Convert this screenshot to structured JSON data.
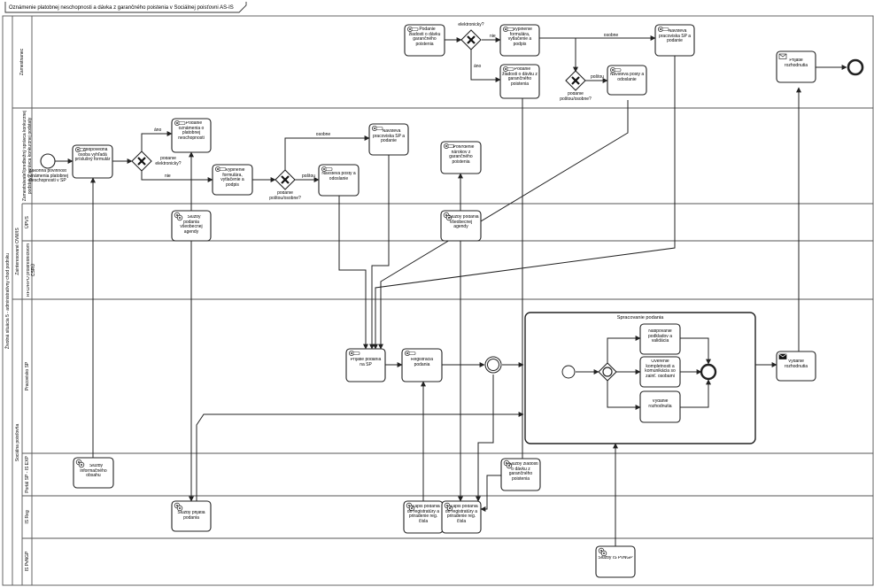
{
  "title": "Oznámenie platobnej neschopnosti a dávka z garančného poistenia v Sociálnej poisťovni AS-IS",
  "pool_label": "Životná situácia 5 - administratívny chod podniku",
  "group_socialna": "Sociálna poisťovňa",
  "group_zainteresovane": "Zainteresované OVM/IS",
  "lanes": {
    "zamestnanec": "Zamestnanec",
    "zamestnavatel": "Zamestnávateľ/predbežný správca konkurznej podstaty / správca konkurznej podstaty",
    "upvs": "ÚPVS",
    "rfo": "RFO/RPO prostredníctvom CSRÚ",
    "pracovisko": "Pracovisko SP",
    "portal": "Portál SP - IS EXP",
    "isreg": "IS Reg",
    "ispvnp": "IS PvNGP"
  },
  "tasks": {
    "podanie_ziadosti_top": "Podanie žiadosti o dávku garančného poistenia",
    "vyplnenie_top": "Vyplnenie formulára, vytlačenie a podpis",
    "navsteva_sp_top": "Návšteva pracoviska SP a podanie",
    "podanie_ziadosti_mid": "Podanie žiadosti o dávku z garančného poistenia",
    "navsteva_posty_top": "Návšteva pošty a odoslanie",
    "prijatie_rozhodnutia": "Prijatie rozhodnutia",
    "zodpovedna_osoba": "Zodpovedná osoba vyhľadá príslušný formulár",
    "podanie_oznamenia": "Podanie oznámenia o platobnej neschopnosti",
    "vyplnenie_mid": "Vyplnenie formulára, vytlačenie a podpis",
    "navsteva_posty_mid": "Návšteva pošty a odoslanie",
    "navsteva_sp_mid": "Návšteva pracoviska SP a podanie",
    "potvrdenie_narokov": "Potvrdenie nárokov z garančného poistenia",
    "sluzby_upvs_1": "Služby podania všeobecnej agendy",
    "sluzby_upvs_2": "Služby podania všeobecnej agendy",
    "prijatie_podania": "Prijatie podania na SP",
    "registracia": "Registrácia podania",
    "natipovanie": "Natipovanie podkladov a validácia",
    "overenie": "Overenie kompletnosti a komunikácia so zainť. osobami",
    "vydanie_inner": "Vydanie rozhodnutia",
    "vydanie_rozhodnutia": "Vydanie rozhodnutia",
    "sluzby_info": "Služby informačného obsahu",
    "sluzby_ziadosti": "Služby žiadosti o dávku z garančného poistenia",
    "sluzby_prijatia": "Služby prijatia podania",
    "zapis_1": "Zápis podania do registratúry a priradenie reg. čísla",
    "zapis_2": "Zápis podania do registratúry a priradenie reg. čísla",
    "sluzby_ispvnp": "Služby IS PvNGP"
  },
  "subprocess_title": "Spracovanie podania",
  "start_event_label": "Zákonná povinnosť oznámenia platobnej neschopnosti v SP",
  "labels": {
    "elektronicky": "elektronicky?",
    "nie_top": "nie",
    "ano_top": "áno",
    "osobne_top": "osobne",
    "postou_top": "poštou",
    "podanie_postou_osobne_top": "podanie poštou/osobne?",
    "ano_mid": "áno",
    "podanie_elektronicky": "podanie elektronicky?",
    "nie_mid": "nie",
    "osobne_mid": "osobne",
    "postou_mid": "poštou",
    "podanie_postou_osobne_mid": "podanie poštou/osobne?"
  },
  "icons": {
    "task": "gear-task-icon",
    "service": "service-gears-icon",
    "receive": "envelope-receive-icon",
    "send": "envelope-send-icon",
    "exclusive_gateway": "x-gateway-icon",
    "parallel_gateway": "parallel-gateway-icon"
  }
}
